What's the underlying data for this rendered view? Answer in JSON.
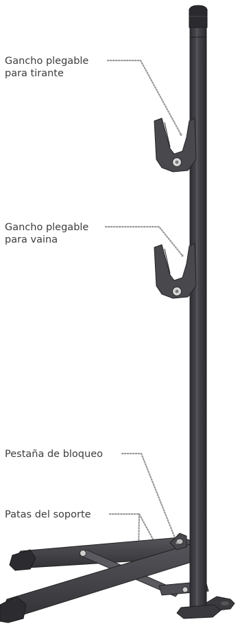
{
  "figure": {
    "callouts": [
      {
        "id": "stay-hook",
        "line1": "Gancho plegable",
        "line2": "para tirante"
      },
      {
        "id": "chainstay-hook",
        "line1": "Gancho plegable",
        "line2": "para vaina"
      },
      {
        "id": "lock-tab",
        "line1": "Pestaña de bloqueo"
      },
      {
        "id": "legs",
        "line1": "Patas del soporte"
      }
    ],
    "colors": {
      "frame": "#3f3f44",
      "frame_highlight": "#5a5a60",
      "frame_dark": "#2a2a2e",
      "hook": "#48484d",
      "leader": "#9a9a9a",
      "label": "#3c3c3c"
    }
  }
}
